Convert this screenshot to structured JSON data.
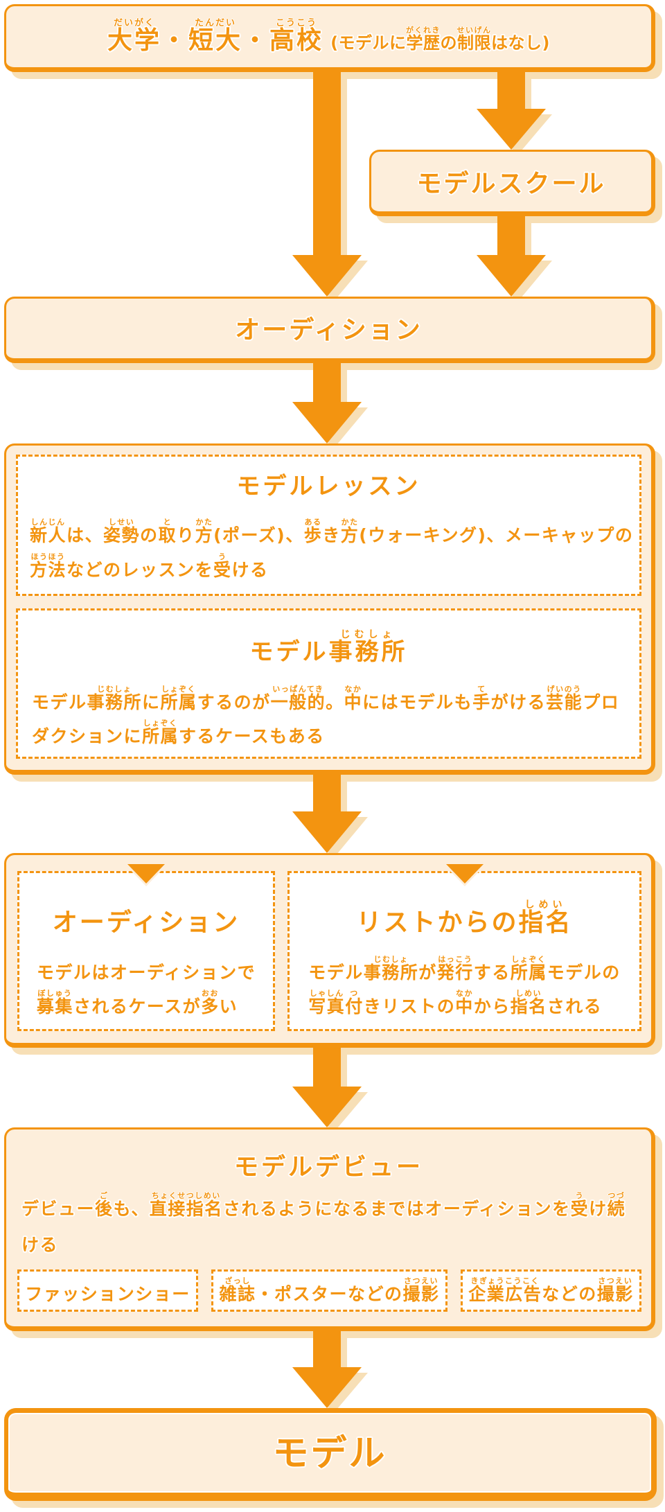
{
  "colors": {
    "accent": "#F39410",
    "box_fill": "#FDEEDB",
    "box_shadow": "#F7DFB6",
    "panel_fill": "#FFFFFF"
  },
  "education": {
    "title": [
      {
        "t": "大学",
        "r": "だいがく"
      },
      "・",
      {
        "t": "短大",
        "r": "たんだい"
      },
      "・",
      {
        "t": "高校",
        "r": "こうこう"
      }
    ],
    "note": [
      "(モデルに",
      {
        "t": "学歴",
        "r": "がくれき"
      },
      "の",
      {
        "t": "制限",
        "r": "せいげん"
      },
      "はなし)"
    ]
  },
  "model_school": {
    "title": "モデルスクール"
  },
  "audition": {
    "title": "オーディション"
  },
  "training": {
    "lesson": {
      "title": "モデルレッスン",
      "body": [
        [
          {
            "t": "新人",
            "r": "しんじん"
          },
          "は、",
          {
            "t": "姿勢",
            "r": "しせい"
          },
          "の",
          {
            "t": "取",
            "r": "と"
          },
          "り",
          {
            "t": "方",
            "r": "かた"
          },
          "(ポーズ)、",
          {
            "t": "歩",
            "r": "ある"
          },
          "き",
          {
            "t": "方",
            "r": "かた"
          },
          "(ウォーキング)、メーキャップの"
        ],
        [
          {
            "t": "方法",
            "r": "ほうほう"
          },
          "などのレッスンを",
          {
            "t": "受",
            "r": "う"
          },
          "ける"
        ]
      ]
    },
    "agency": {
      "title": [
        "モデル",
        {
          "t": "事務所",
          "r": "じむしょ"
        }
      ],
      "body": [
        [
          "モデル",
          {
            "t": "事務所",
            "r": "じむしょ"
          },
          "に",
          {
            "t": "所属",
            "r": "しょぞく"
          },
          "するのが",
          {
            "t": "一般的",
            "r": "いっぱんてき"
          },
          "。",
          {
            "t": "中",
            "r": "なか"
          },
          "にはモデルも",
          {
            "t": "手",
            "r": "て"
          },
          "がける",
          {
            "t": "芸能",
            "r": "げいのう"
          },
          "プロ"
        ],
        [
          "ダクションに",
          {
            "t": "所属",
            "r": "しょぞく"
          },
          "するケースもある"
        ]
      ]
    }
  },
  "casting": {
    "audition": {
      "title": "オーディション",
      "body": [
        [
          "モデルはオーディションで"
        ],
        [
          {
            "t": "募集",
            "r": "ぼしゅう"
          },
          "されるケースが",
          {
            "t": "多",
            "r": "おお"
          },
          "い"
        ]
      ]
    },
    "list": {
      "title": [
        "リストからの",
        {
          "t": "指名",
          "r": "しめい"
        }
      ],
      "body": [
        [
          "モデル",
          {
            "t": "事務所",
            "r": "じむしょ"
          },
          "が",
          {
            "t": "発行",
            "r": "はっこう"
          },
          "する",
          {
            "t": "所属",
            "r": "しょぞく"
          },
          "モデルの"
        ],
        [
          {
            "t": "写真",
            "r": "しゃしん"
          },
          {
            "t": "付",
            "r": "つ"
          },
          "きリストの",
          {
            "t": "中",
            "r": "なか"
          },
          "から",
          {
            "t": "指名",
            "r": "しめい"
          },
          "される"
        ]
      ]
    }
  },
  "debut": {
    "title": "モデルデビュー",
    "body": [
      [
        "デビュー",
        {
          "t": "後",
          "r": "ご"
        },
        "も、",
        {
          "t": "直接指名",
          "r": "ちょくせつしめい"
        },
        "されるようになるまではオーディションを",
        {
          "t": "受",
          "r": "う"
        },
        "け",
        {
          "t": "続",
          "r": "つづ"
        }
      ],
      [
        "ける"
      ]
    ],
    "jobs": [
      [
        "ファッションショー"
      ],
      [
        {
          "t": "雑誌",
          "r": "ざっし"
        },
        "・ポスターなどの",
        {
          "t": "撮影",
          "r": "さつえい"
        }
      ],
      [
        {
          "t": "企業広告",
          "r": "きぎょうこうこく"
        },
        "などの",
        {
          "t": "撮影",
          "r": "さつえい"
        }
      ]
    ]
  },
  "model": {
    "title": "モデル"
  }
}
